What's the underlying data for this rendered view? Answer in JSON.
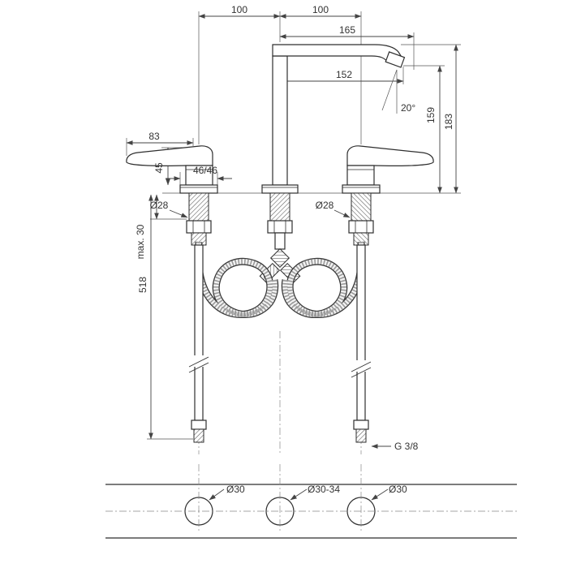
{
  "drawing": {
    "type": "technical-dimension-drawing",
    "subject": "3-hole basin mixer faucet, front elevation and countertop drilling plan",
    "dim_labels": {
      "spacing_left": "100",
      "spacing_right": "100",
      "spout_reach_total": "165",
      "spout_reach": "152",
      "spout_angle": "20°",
      "outlet_height": "159",
      "total_height": "183",
      "handle_length": "83",
      "handle_height": "45",
      "base_width": "46/46",
      "shank_dia_left": "Ø28",
      "shank_dia_right": "Ø28",
      "max_deck_thickness": "max. 30",
      "hose_length": "518",
      "thread": "G 3/8",
      "hole_left": "Ø30",
      "hole_mid": "Ø30-34",
      "hole_right": "Ø30"
    },
    "colors": {
      "line": "#2e2e2e",
      "dim": "#444444",
      "centerline": "#888888",
      "background": "#ffffff"
    }
  }
}
